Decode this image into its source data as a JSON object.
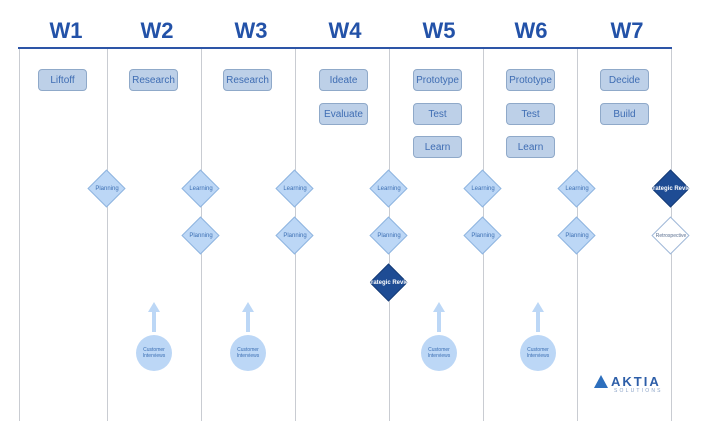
{
  "weeks": [
    "W1",
    "W2",
    "W3",
    "W4",
    "W5",
    "W6",
    "W7"
  ],
  "activities": {
    "w1": [
      "Liftoff"
    ],
    "w2": [
      "Research"
    ],
    "w3": [
      "Research"
    ],
    "w4": [
      "Ideate",
      "Evaluate"
    ],
    "w5": [
      "Prototype",
      "Test",
      "Learn"
    ],
    "w6": [
      "Prototype",
      "Test",
      "Learn"
    ],
    "w7": [
      "Decide",
      "Build"
    ]
  },
  "checkpoints": {
    "planning": "Planning",
    "learning": "Learning",
    "strategic_review": "Strategic Review",
    "retrospective": "Retrospective"
  },
  "customer_interviews": "Customer Interviews",
  "logo": {
    "name": "AKTIA",
    "sub": "SOLUTIONS"
  },
  "colors": {
    "accent": "#2352a8",
    "pill_fill": "#bdd0e8",
    "diamond_fill": "#bcd7f6",
    "dark_diamond": "#1e4c94"
  }
}
